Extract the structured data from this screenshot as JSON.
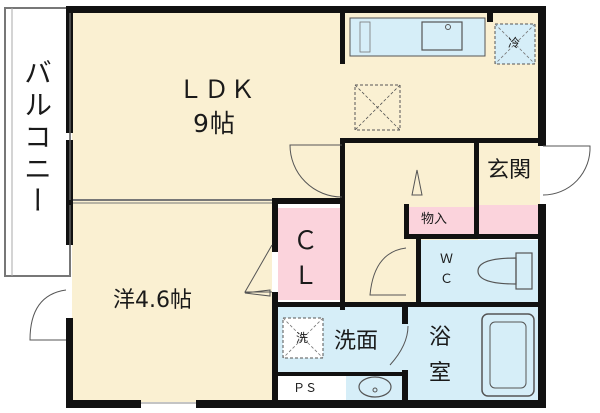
{
  "rooms": {
    "ldk": {
      "name": "ＬＤＫ",
      "size": "9帖"
    },
    "western": {
      "label": "洋4.6帖"
    },
    "closet": {
      "line1": "Ｃ",
      "line2": "Ｌ"
    },
    "genkan": {
      "label": "玄関"
    },
    "storage": {
      "label": "物入"
    },
    "wc": {
      "line1": "Ｗ",
      "line2": "Ｃ"
    },
    "washroom": {
      "label": "洗面"
    },
    "bath": {
      "line1": "浴",
      "line2": "室"
    },
    "ps": {
      "label": "ＰＳ"
    },
    "balcony": {
      "label": "バルコニー"
    }
  },
  "fixtures": {
    "fridge": {
      "label": "冷"
    },
    "washer": {
      "label": "洗"
    }
  },
  "colors": {
    "floor_wood": "#faf0d2",
    "wet_area": "#d6eef8",
    "closet_pink": "#fbd3dc",
    "wall": "#111111",
    "door_line": "#555555"
  }
}
